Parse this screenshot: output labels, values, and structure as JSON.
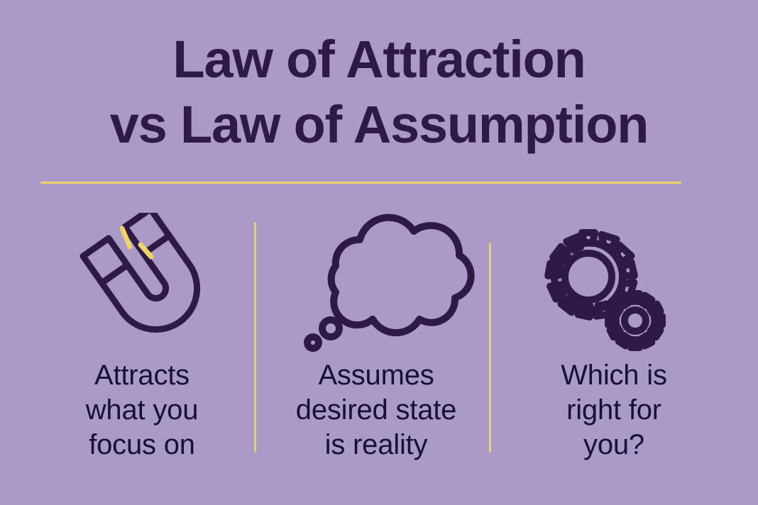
{
  "theme": {
    "background_color": "#A99AC8",
    "title_color": "#2E1B45",
    "caption_color": "#1B1033",
    "accent_yellow": "#EFD268",
    "divider_yellow": "#E8CD7D",
    "icon_stroke_color": "#2E1B45"
  },
  "header": {
    "title_line_1": "Law of Attraction",
    "title_line_2": "vs Law of Assumption"
  },
  "columns": [
    {
      "icon_name": "magnet-icon",
      "caption_line_1": "Attracts",
      "caption_line_2": "what you",
      "caption_line_3": "focus on"
    },
    {
      "icon_name": "thought-bubble-icon",
      "caption_line_1": "Assumes",
      "caption_line_2": "desired state",
      "caption_line_3": "is reality"
    },
    {
      "icon_name": "gears-icon",
      "caption_line_1": "Which is",
      "caption_line_2": "right for",
      "caption_line_3": "you?"
    }
  ]
}
